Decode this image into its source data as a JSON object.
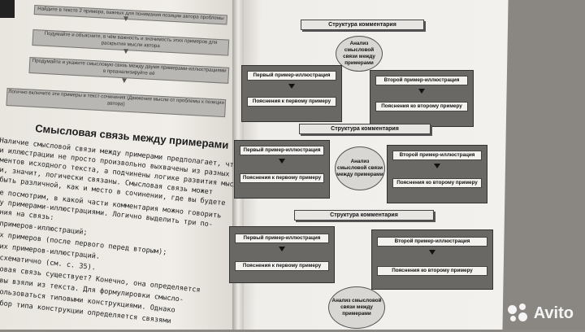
{
  "left_page": {
    "boxes": [
      "Найдите в тексте 2 примера, важных для понимания позиции автора проблемы",
      "Подумайте и объясните, в чём важность и значимость этих примеров для раскрытия мысли автора",
      "Продумайте и укажите смысловую связь между двумя примерами-иллюстрациями в проанализируйте её",
      "Логично включите эти примеры в текст сочинения (Движение мысли от проблемы к позиции автора)"
    ],
    "heading": "Смысловая связь между примерами",
    "paragraph": [
      "Наличие смысловой связи между примерами предполагает, что при-",
      "и иллюстрации не просто произвольно выхвачены из разных фраг-",
      "ментов исходного текста, а подчинены логике развития мысли автора",
      "и, значит, логически связаны. Смысловая связь может",
      "быть различной, как и место в сочинении, где вы будете",
      "",
      "е посмотрим, в какой части комментария можно говорить",
      "у примерами-иллюстрациями. Логично выделить три по-",
      "ния на связь:",
      " примеров-иллюстраций;",
      "х примеров (после первого перед вторым);",
      "их примеров-иллюстраций.",
      "схематично (см. с. 35).",
      "овая связь существует? Конечно, она определяется",
      "вы взяли из текста. Для формулировки смысло-",
      "ользоваться типовыми конструкциями. Однако",
      "бор типа конструкции определяется связями"
    ]
  },
  "diagrams": [
    {
      "title": "Структура комментария",
      "circle": "Анализ смысловой связи между примерами",
      "first_example": "Первый пример-иллюстрация",
      "first_explanation": "Пояснения к первому примеру",
      "second_example": "Второй пример-иллюстрация",
      "second_explanation": "Пояснения ко второму примеру"
    },
    {
      "title": "Структура комментария",
      "circle": "Анализ смысловой связи между примерами",
      "first_example": "Первый пример-иллюстрация",
      "first_explanation": "Пояснения к первому примеру",
      "second_example": "Второй пример-иллюстрация",
      "second_explanation": "Пояснения ко второму примеру"
    },
    {
      "title": "Структура комментария",
      "circle": "Анализ смысловой связи между примерами",
      "first_example": "Первый пример-иллюстрация",
      "first_explanation": "Пояснения к первому примеру",
      "second_example": "Второй пример-иллюстрация",
      "second_explanation": "Пояснения ко второму примеру"
    }
  ],
  "watermark": "Avito"
}
